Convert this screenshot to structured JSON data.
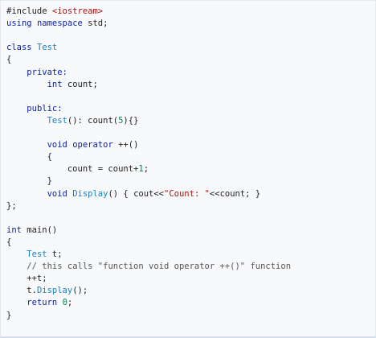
{
  "colors": {
    "keyword": "#0b1fa6",
    "string": "#a31515",
    "function": "#1a7fc0",
    "number": "#098658",
    "comment": "#555555",
    "text": "#222222",
    "background": "#f8f9fb"
  },
  "code": {
    "lines": [
      [
        {
          "t": "#include ",
          "c": "plain"
        },
        {
          "t": "<iostream>",
          "c": "str"
        }
      ],
      [
        {
          "t": "using",
          "c": "kw"
        },
        {
          "t": " ",
          "c": "plain"
        },
        {
          "t": "namespace",
          "c": "kw"
        },
        {
          "t": " std;",
          "c": "plain"
        }
      ],
      [],
      [
        {
          "t": "class",
          "c": "kw"
        },
        {
          "t": " ",
          "c": "plain"
        },
        {
          "t": "Test",
          "c": "fn"
        }
      ],
      [
        {
          "t": "{",
          "c": "plain"
        }
      ],
      [
        {
          "t": "    ",
          "c": "plain"
        },
        {
          "t": "private:",
          "c": "kw"
        }
      ],
      [
        {
          "t": "        ",
          "c": "plain"
        },
        {
          "t": "int",
          "c": "kw"
        },
        {
          "t": " count;",
          "c": "plain"
        }
      ],
      [],
      [
        {
          "t": "    ",
          "c": "plain"
        },
        {
          "t": "public:",
          "c": "kw"
        }
      ],
      [
        {
          "t": "        ",
          "c": "plain"
        },
        {
          "t": "Test",
          "c": "fn"
        },
        {
          "t": "(): count(",
          "c": "plain"
        },
        {
          "t": "5",
          "c": "num"
        },
        {
          "t": "){}",
          "c": "plain"
        }
      ],
      [],
      [
        {
          "t": "        ",
          "c": "plain"
        },
        {
          "t": "void",
          "c": "kw"
        },
        {
          "t": " ",
          "c": "plain"
        },
        {
          "t": "operator",
          "c": "kw"
        },
        {
          "t": " ++()",
          "c": "plain"
        }
      ],
      [
        {
          "t": "        {",
          "c": "plain"
        }
      ],
      [
        {
          "t": "            count = count+",
          "c": "plain"
        },
        {
          "t": "1",
          "c": "num"
        },
        {
          "t": ";",
          "c": "plain"
        }
      ],
      [
        {
          "t": "        }",
          "c": "plain"
        }
      ],
      [
        {
          "t": "        ",
          "c": "plain"
        },
        {
          "t": "void",
          "c": "kw"
        },
        {
          "t": " ",
          "c": "plain"
        },
        {
          "t": "Display",
          "c": "fn"
        },
        {
          "t": "() { cout<<",
          "c": "plain"
        },
        {
          "t": "\"Count: \"",
          "c": "str"
        },
        {
          "t": "<<count; }",
          "c": "plain"
        }
      ],
      [
        {
          "t": "};",
          "c": "plain"
        }
      ],
      [],
      [
        {
          "t": "int",
          "c": "kw"
        },
        {
          "t": " main()",
          "c": "plain"
        }
      ],
      [
        {
          "t": "{",
          "c": "plain"
        }
      ],
      [
        {
          "t": "    ",
          "c": "plain"
        },
        {
          "t": "Test",
          "c": "fn"
        },
        {
          "t": " t;",
          "c": "plain"
        }
      ],
      [
        {
          "t": "    ",
          "c": "plain"
        },
        {
          "t": "// this calls \"function void operator ++()\" function",
          "c": "cm"
        }
      ],
      [
        {
          "t": "    ++t;",
          "c": "plain"
        }
      ],
      [
        {
          "t": "    t.",
          "c": "plain"
        },
        {
          "t": "Display",
          "c": "fn"
        },
        {
          "t": "();",
          "c": "plain"
        }
      ],
      [
        {
          "t": "    ",
          "c": "plain"
        },
        {
          "t": "return",
          "c": "kw"
        },
        {
          "t": " ",
          "c": "plain"
        },
        {
          "t": "0",
          "c": "num"
        },
        {
          "t": ";",
          "c": "plain"
        }
      ],
      [
        {
          "t": "}",
          "c": "plain"
        }
      ]
    ]
  }
}
